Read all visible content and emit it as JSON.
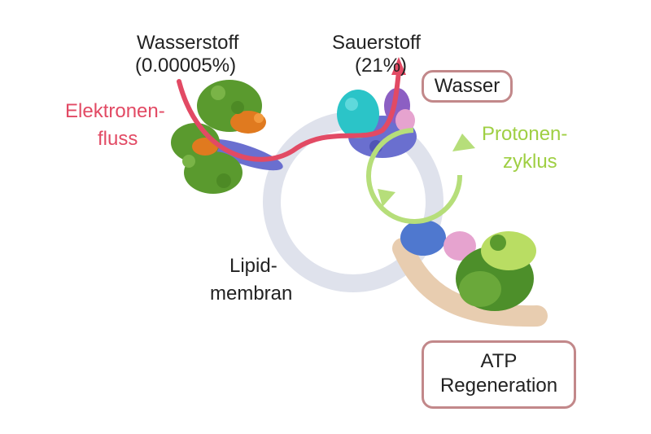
{
  "labels": {
    "hydrogen": "Wasserstoff",
    "hydrogen_pct": "(0.00005%)",
    "oxygen": "Sauerstoff",
    "oxygen_pct": "(21%)",
    "water": "Wasser",
    "electron_flow_1": "Elektronen-",
    "electron_flow_2": "fluss",
    "proton_cycle_1": "Protonen-",
    "proton_cycle_2": "zyklus",
    "lipid_1": "Lipid-",
    "lipid_2": "membran",
    "atp_1": "ATP",
    "atp_2": "Regeneration"
  },
  "colors": {
    "electron_flow": "#e24a64",
    "proton_cycle": "#b6de7a",
    "proton_label": "#9fcf43",
    "membrane": "#dfe2ec",
    "box_border": "#c2888a",
    "protein_green": "#5a9a2e",
    "protein_orange": "#e07a1f",
    "protein_blue": "#6a6fcf",
    "protein_cyan": "#2bc4c8",
    "protein_pink": "#e6a3cf",
    "protein_tan": "#e8cdb0",
    "protein_lightgreen": "#b9dd63"
  }
}
